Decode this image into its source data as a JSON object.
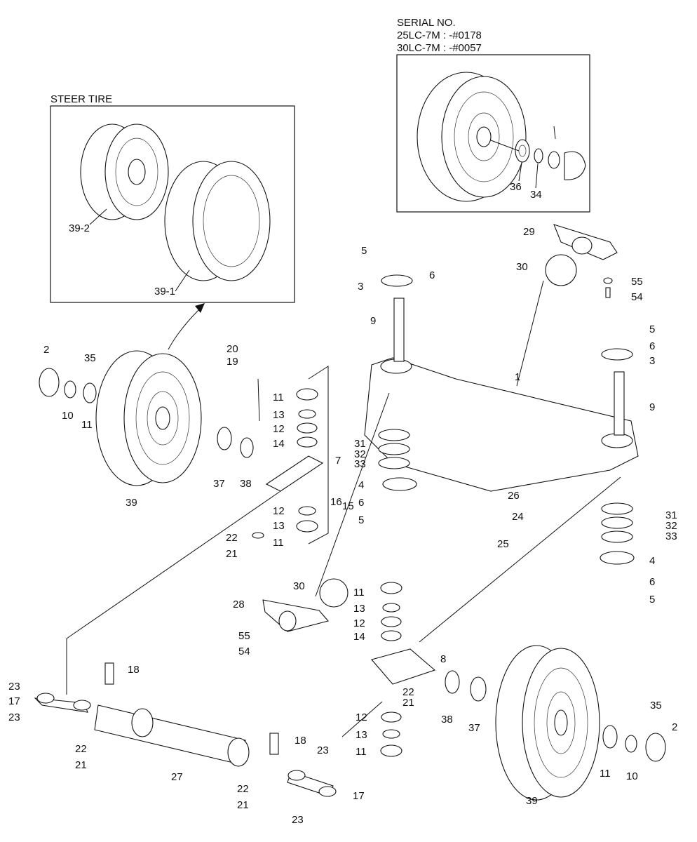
{
  "serial_block": {
    "title": "SERIAL NO.",
    "line1": "25LC-7M : -#0178",
    "line2": "30LC-7M : -#0057"
  },
  "steer_tire_label": "STEER TIRE",
  "callouts": {
    "inset_tire": "39-2",
    "inset_ring": "39-1",
    "inset36": "36",
    "inset34": "34",
    "lt_2": "2",
    "lt_35": "35",
    "lt_10": "10",
    "lt_11": "11",
    "lt_37": "37",
    "lt_38": "38",
    "lt_39": "39",
    "k_20": "20",
    "k_19": "19",
    "k_11a": "11",
    "k_13a": "13",
    "k_12a": "12",
    "k_14": "14",
    "k_7": "7",
    "k_12b": "12",
    "k_13b": "13",
    "k_11b": "11",
    "k_22": "22",
    "k_21": "21",
    "k_16": "16",
    "k_15": "15",
    "a_5": "5",
    "a_6": "6",
    "a_3": "3",
    "a_9": "9",
    "a_31": "31",
    "a_32": "32",
    "a_33": "33",
    "a_4": "4",
    "a_6b": "6",
    "a_5b": "5",
    "a_1": "1",
    "r_29": "29",
    "r_30": "30",
    "r_55": "55",
    "r_54": "54",
    "r_5": "5",
    "r_6": "6",
    "r_3": "3",
    "r_9": "9",
    "r_26": "26",
    "r_24": "24",
    "r_25": "25",
    "r_31": "31",
    "r_32": "32",
    "r_33": "33",
    "r_4": "4",
    "r_6b": "6",
    "r_5b": "5",
    "c_30": "30",
    "c_28": "28",
    "c_55": "55",
    "c_54": "54",
    "c_11a": "11",
    "c_13a": "13",
    "c_12a": "12",
    "c_14": "14",
    "c_8": "8",
    "c_22": "22",
    "c_21": "21",
    "c_12b": "12",
    "c_13b": "13",
    "c_11b": "11",
    "c_38": "38",
    "c_37": "37",
    "rw_35": "35",
    "rw_2": "2",
    "rw_11": "11",
    "rw_10": "10",
    "rw_39": "39",
    "b_18a": "18",
    "b_23a": "23",
    "b_17a": "17",
    "b_23b": "23",
    "b_22": "22",
    "b_21": "21",
    "b_27": "27",
    "b_18b": "18",
    "b_23c": "23",
    "b_22b": "22",
    "b_21b": "21",
    "b_17b": "17",
    "b_23d": "23"
  }
}
